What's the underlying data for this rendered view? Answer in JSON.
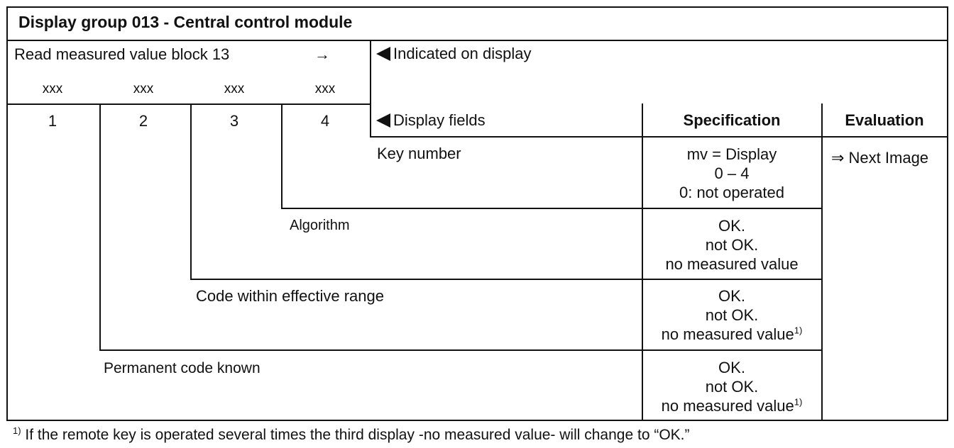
{
  "title": "Display group 013 - Central control module",
  "read_block": {
    "label": "Read measured value block 13",
    "arrow": "→",
    "placeholders": [
      "xxx",
      "xxx",
      "xxx",
      "xxx"
    ],
    "field_numbers": [
      "1",
      "2",
      "3",
      "4"
    ]
  },
  "indicated_on_display": "Indicated on display",
  "display_fields": "Display fields",
  "headers": {
    "specification": "Specification",
    "evaluation": "Evaluation"
  },
  "rows": [
    {
      "label": "Key number",
      "spec": [
        "mv = Display",
        "0 – 4",
        "0:  not operated"
      ]
    },
    {
      "label": "Algorithm",
      "spec": [
        "OK.",
        "not OK.",
        "no measured value"
      ]
    },
    {
      "label": "Code within effective range",
      "spec": [
        "OK.",
        "not OK.",
        "no measured value"
      ],
      "footnote_ref": "1)"
    },
    {
      "label": "Permanent code known",
      "spec": [
        "OK.",
        "not OK.",
        "no measured value"
      ],
      "footnote_ref": "1)"
    }
  ],
  "evaluation_note": "⇒ Next Image",
  "footnote": {
    "marker": "1)",
    "text": " If the remote key is operated several times the third display -no measured value- will change to “OK.”"
  }
}
